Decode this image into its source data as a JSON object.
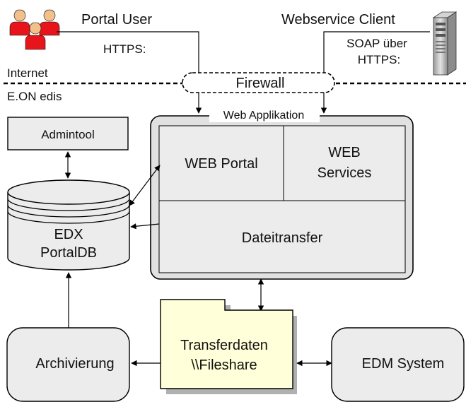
{
  "actors": {
    "portal_user": "Portal User",
    "portal_protocol": "HTTPS:",
    "webservice_client": "Webservice Client",
    "ws_protocol_line1": "SOAP über",
    "ws_protocol_line2": "HTTPS:"
  },
  "zones": {
    "internet": "Internet",
    "intranet": "E.ON edis"
  },
  "firewall": "Firewall",
  "web_app": {
    "title": "Web Applikation",
    "portal": "WEB Portal",
    "services_line1": "WEB",
    "services_line2": "Services",
    "transfer": "Dateitransfer"
  },
  "admintool": "Admintool",
  "db": {
    "line1": "EDX",
    "line2": "PortalDB"
  },
  "fileshare": {
    "line1": "Transferdaten",
    "line2": "\\\\Fileshare"
  },
  "archivierung": "Archivierung",
  "edm": "EDM System",
  "colors": {
    "user_red": "#e8141b",
    "app_border": "#e1e1e1",
    "box_fill": "#ececec",
    "folder_fill": "#ffffd9"
  }
}
